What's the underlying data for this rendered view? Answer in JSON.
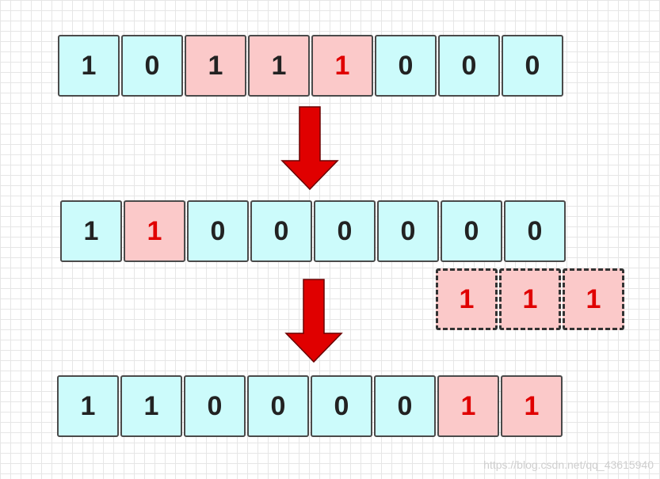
{
  "row1": [
    "1",
    "0",
    "1",
    "1",
    "1",
    "0",
    "0",
    "0"
  ],
  "row2": [
    "1",
    "1",
    "0",
    "0",
    "0",
    "0",
    "0",
    "0"
  ],
  "extracted": [
    "1",
    "1",
    "1"
  ],
  "row3": [
    "1",
    "1",
    "0",
    "0",
    "0",
    "0",
    "1",
    "1"
  ],
  "watermark": "https://blog.csdn.net/qq_43615940",
  "colors": {
    "cell_blue": "#ccfbfb",
    "cell_pink": "#fbc9c9",
    "highlight_text": "#e00000",
    "arrow": "#e00000"
  }
}
